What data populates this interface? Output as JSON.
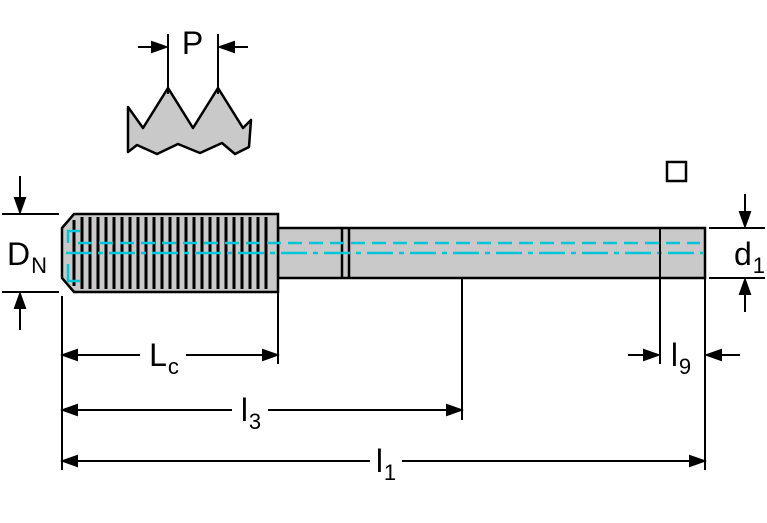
{
  "diagram": {
    "labels": {
      "pitch": {
        "main": "P",
        "sub": ""
      },
      "nominal_diameter": {
        "main": "D",
        "sub": "N"
      },
      "shank_diameter": {
        "main": "d",
        "sub": "1"
      },
      "thread_length": {
        "main": "L",
        "sub": "c"
      },
      "length_to_neck": {
        "main": "l",
        "sub": "3"
      },
      "overall_length": {
        "main": "l",
        "sub": "1"
      },
      "square_length": {
        "main": "l",
        "sub": "9"
      }
    },
    "colors": {
      "coolant_line": "#00c6d7",
      "tool_fill": "#c9c9c9",
      "outline": "#000000",
      "background": "#ffffff"
    }
  }
}
